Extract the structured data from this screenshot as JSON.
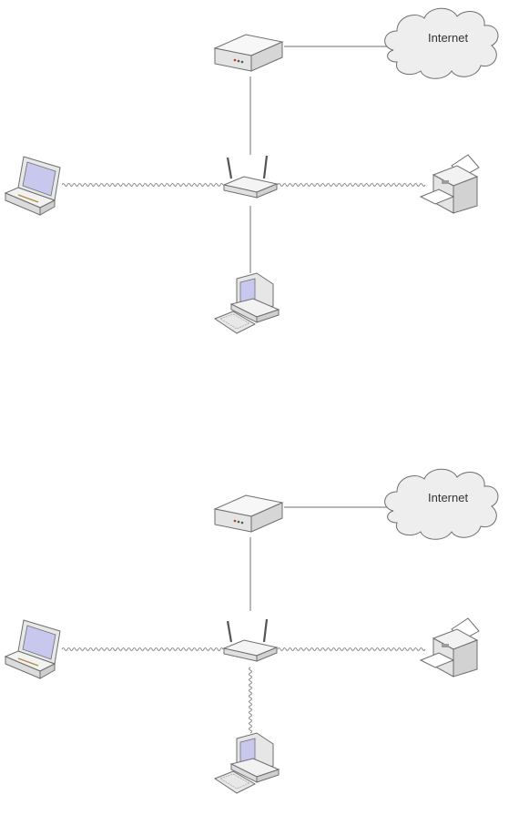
{
  "diagrams": [
    {
      "internet_label": "Internet",
      "computer_link": "wired"
    },
    {
      "internet_label": "Internet",
      "computer_link": "wireless"
    }
  ],
  "colors": {
    "device_fill": "#f2f2f2",
    "device_stroke": "#6e6e6e",
    "cable": "#8a8a8a",
    "screen": "#c8c8ef",
    "led_red": "#c0392b"
  },
  "icons": {
    "modem": "modem-icon",
    "router": "wireless-router-icon",
    "laptop": "laptop-icon",
    "printer": "printer-icon",
    "desktop": "desktop-computer-icon",
    "cloud": "internet-cloud-icon"
  }
}
